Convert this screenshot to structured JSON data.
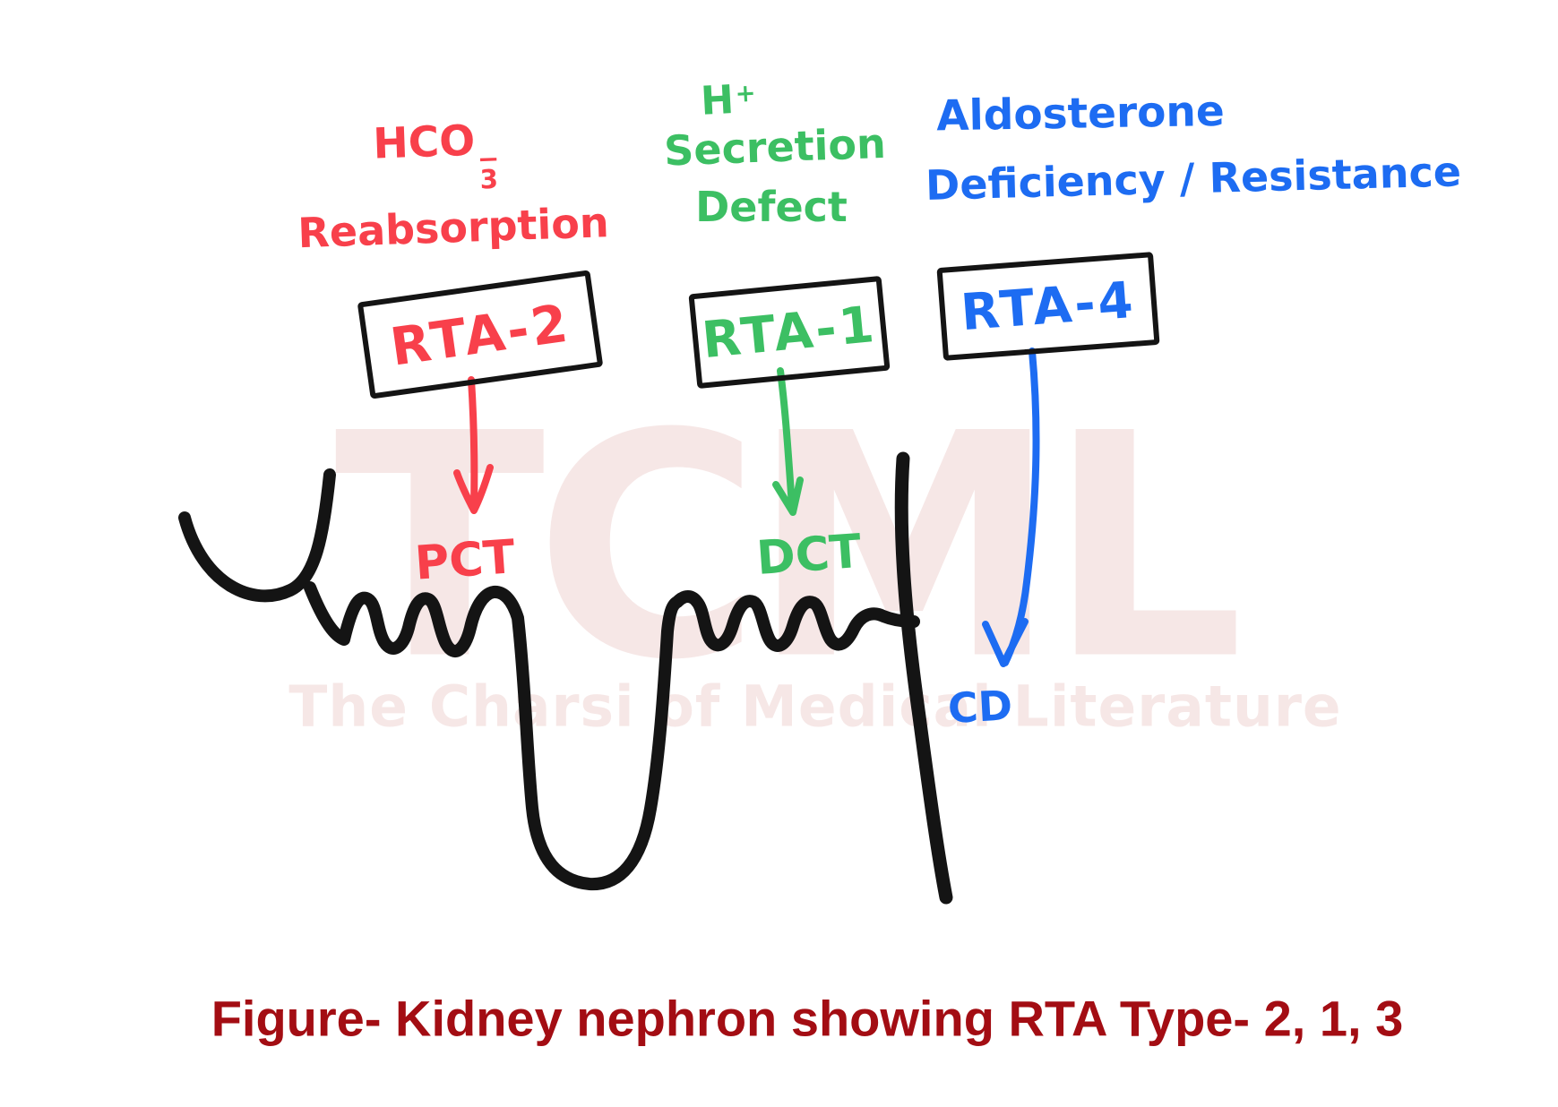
{
  "colors": {
    "red": "#f8404b",
    "green": "#3cbf63",
    "blue": "#1d6cf2",
    "ink": "#141414",
    "caption_red": "#a30d13",
    "watermark_pink": "#f6e7e6",
    "background": "#ffffff"
  },
  "annotations": {
    "rta2": {
      "cause_base": "HCO",
      "cause_sub": "3",
      "cause_sup": "−",
      "cause_line2": "Reabsorption",
      "box_label": "RTA-2",
      "site_label": "PCT"
    },
    "rta1": {
      "cause_base": "H",
      "cause_sup": "+",
      "cause_line2": "Secretion",
      "cause_line3": "Defect",
      "box_label": "RTA-1",
      "site_label": "DCT"
    },
    "rta4": {
      "cause_line1": "Aldosterone",
      "cause_line2": "Deficiency / Resistance",
      "box_label": "RTA-4",
      "site_label": "CD"
    }
  },
  "watermark": {
    "logo": "TCML",
    "tagline": "The Charsi of Medical Literature"
  },
  "caption": "Figure- Kidney nephron showing RTA Type- 2, 1, 3"
}
